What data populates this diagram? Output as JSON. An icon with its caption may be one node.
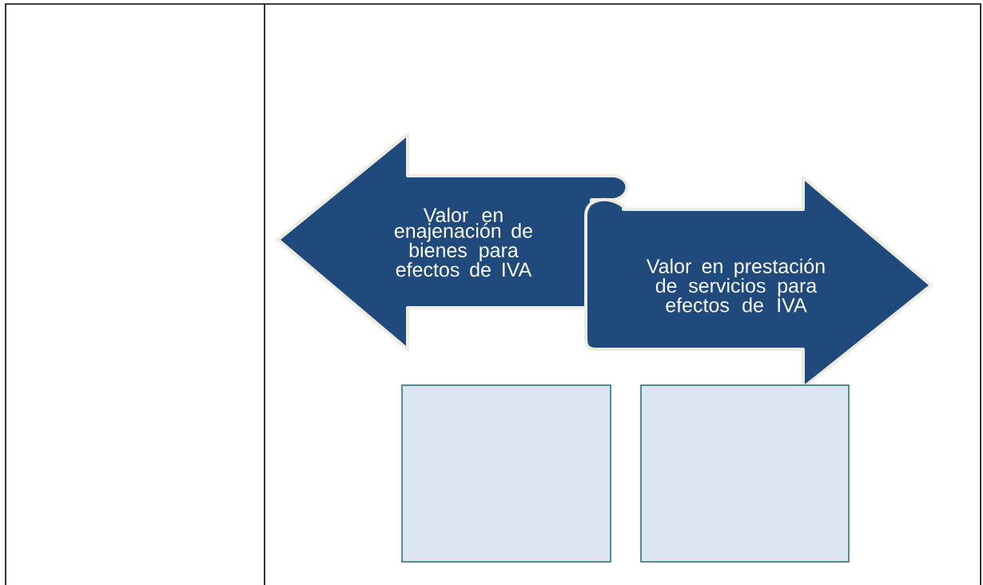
{
  "diagram": {
    "nodes": [
      {
        "text": [
          "Valor en enajenación de bienes para efectos de IVA"
        ]
      },
      {
        "text": [
          "Valor en prestación de servicios para efectos de IVA"
        ]
      },
      {
        "text": [],
        "shape": "box"
      },
      {
        "text": [],
        "shape": "box"
      }
    ]
  }
}
